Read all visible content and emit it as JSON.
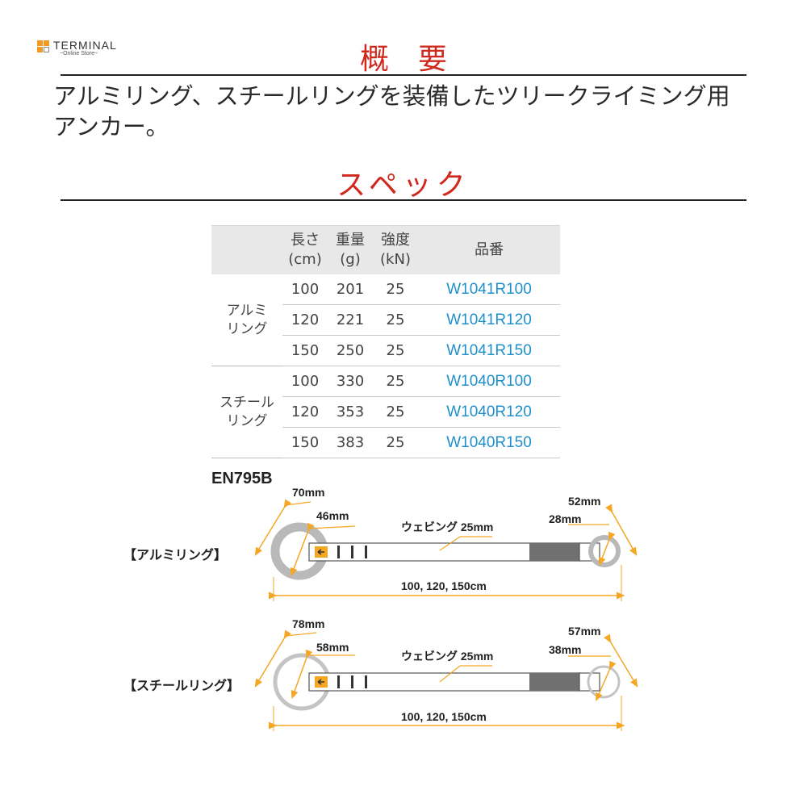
{
  "logo": {
    "brand": "TERMINAL",
    "sub": "~Online Store~"
  },
  "overview": {
    "title": "概　要",
    "text_line1": "アルミリング、スチールリングを装備したツリークライミング用",
    "text_line2": "アンカー。"
  },
  "spec": {
    "title": "スペック",
    "headers": {
      "length": "長さ",
      "length_unit": "(cm)",
      "weight": "重量",
      "weight_unit": "(g)",
      "strength": "強度",
      "strength_unit": "(kN)",
      "code": "品番"
    },
    "groups": [
      {
        "name1": "アルミ",
        "name2": "リング",
        "rows": [
          {
            "length": "100",
            "weight": "201",
            "strength": "25",
            "code": "W1041R100"
          },
          {
            "length": "120",
            "weight": "221",
            "strength": "25",
            "code": "W1041R120"
          },
          {
            "length": "150",
            "weight": "250",
            "strength": "25",
            "code": "W1041R150"
          }
        ]
      },
      {
        "name1": "スチール",
        "name2": "リング",
        "rows": [
          {
            "length": "100",
            "weight": "330",
            "strength": "25",
            "code": "W1040R100"
          },
          {
            "length": "120",
            "weight": "353",
            "strength": "25",
            "code": "W1040R120"
          },
          {
            "length": "150",
            "weight": "383",
            "strength": "25",
            "code": "W1040R150"
          }
        ]
      }
    ]
  },
  "diagram": {
    "standard": "EN795B",
    "aluminum": {
      "label": "【アルミリング】",
      "big_outer": "70mm",
      "big_inner": "46mm",
      "webbing": "ウェビング 25mm",
      "small_outer": "52mm",
      "small_inner": "28mm",
      "length": "100, 120, 150cm"
    },
    "steel": {
      "label": "【スチールリング】",
      "big_outer": "78mm",
      "big_inner": "58mm",
      "webbing": "ウェビング 25mm",
      "small_outer": "57mm",
      "small_inner": "38mm",
      "length": "100, 120, 150cm"
    }
  },
  "colors": {
    "title_red": "#d0281d",
    "code_blue": "#1f8fcc",
    "dimension_orange": "#f5a623",
    "logo_orange": "#f29a1f"
  }
}
